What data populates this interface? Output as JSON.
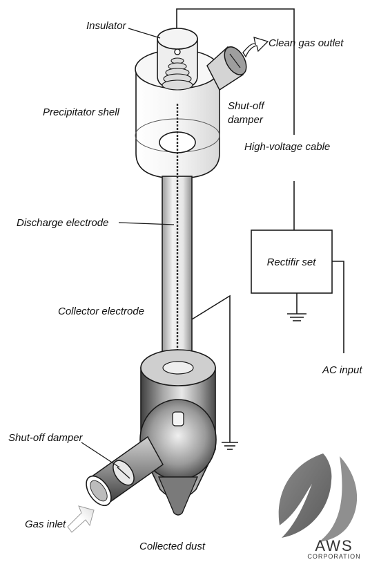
{
  "labels": {
    "insulator": "Insulator",
    "clean_gas_outlet": "Clean gas outlet",
    "precipitator_shell": "Precipitator shell",
    "shutoff_damper_top_line1": "Shut-off",
    "shutoff_damper_top_line2": "damper",
    "high_voltage_cable": "High-voltage cable",
    "discharge_electrode": "Discharge electrode",
    "rectifier_set": "Rectifir set",
    "collector_electrode": "Collector electrode",
    "ac_input": "AC input",
    "shutoff_damper_bottom": "Shut-off damper",
    "gas_inlet": "Gas inlet",
    "collected_dust": "Collected dust"
  },
  "logo": {
    "name": "AWS",
    "subtitle": "CORPORATION"
  },
  "colors": {
    "line": "#1a1a1a",
    "shade_dark": "#555555",
    "shade_light": "#e6e6e6",
    "logo": "#6e6e6e"
  }
}
